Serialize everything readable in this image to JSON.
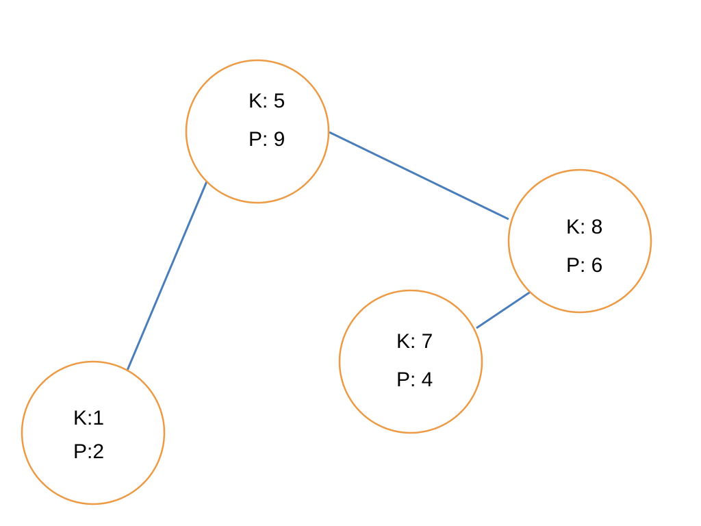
{
  "colors": {
    "node_stroke": "#ED9A45",
    "edge": "#4A7EBB",
    "text": "#000000",
    "background": "#FFFFFF"
  },
  "nodes": [
    {
      "id": "n5",
      "lines": [
        "K: 5",
        "P: 9"
      ]
    },
    {
      "id": "n8",
      "lines": [
        "K: 8",
        "P: 6"
      ]
    },
    {
      "id": "n7",
      "lines": [
        "K: 7",
        "P: 4"
      ]
    },
    {
      "id": "n1",
      "lines": [
        "K:1",
        "P:2"
      ]
    }
  ],
  "edges": [
    {
      "from": "n5",
      "to": "n1"
    },
    {
      "from": "n5",
      "to": "n8"
    },
    {
      "from": "n8",
      "to": "n7"
    }
  ]
}
